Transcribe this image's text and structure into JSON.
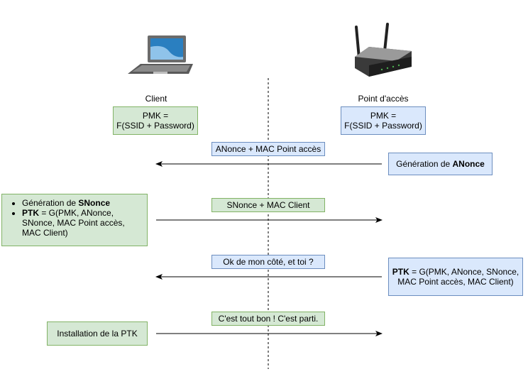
{
  "actors": {
    "client": {
      "label": "Client",
      "icon": "laptop-icon"
    },
    "ap": {
      "label": "Point d'accès",
      "icon": "wifi-router-icon"
    }
  },
  "pmk_client": {
    "line1": "PMK =",
    "line2": "F(SSID + Password)"
  },
  "pmk_ap": {
    "line1": "PMK =",
    "line2": "F(SSID + Password)"
  },
  "messages": [
    {
      "label": "ANonce + MAC Point accès",
      "direction": "to-client"
    },
    {
      "label": "SNonce + MAC Client",
      "direction": "to-ap"
    },
    {
      "label": "Ok de mon côté, et toi ?",
      "direction": "to-client"
    },
    {
      "label": "C'est tout bon ! C'est parti.",
      "direction": "to-ap"
    }
  ],
  "ap_gen": {
    "prefix": "Génération de ",
    "bold": "ANonce"
  },
  "client_gen": {
    "item1_prefix": "Génération de ",
    "item1_bold": "SNonce",
    "item2_bold": "PTK",
    "item2_rest": " = G(PMK, ANonce, SNonce, MAC Point accès, MAC Client)"
  },
  "ap_ptk": {
    "bold": "PTK",
    "rest": " = G(PMK, ANonce, SNonce, MAC Point accès, MAC Client)"
  },
  "client_install": {
    "label": "Installation de la PTK"
  },
  "colors": {
    "green_fill": "#d5e8d4",
    "green_stroke": "#82b366",
    "blue_fill": "#dae8fc",
    "blue_stroke": "#6c8ebf"
  }
}
